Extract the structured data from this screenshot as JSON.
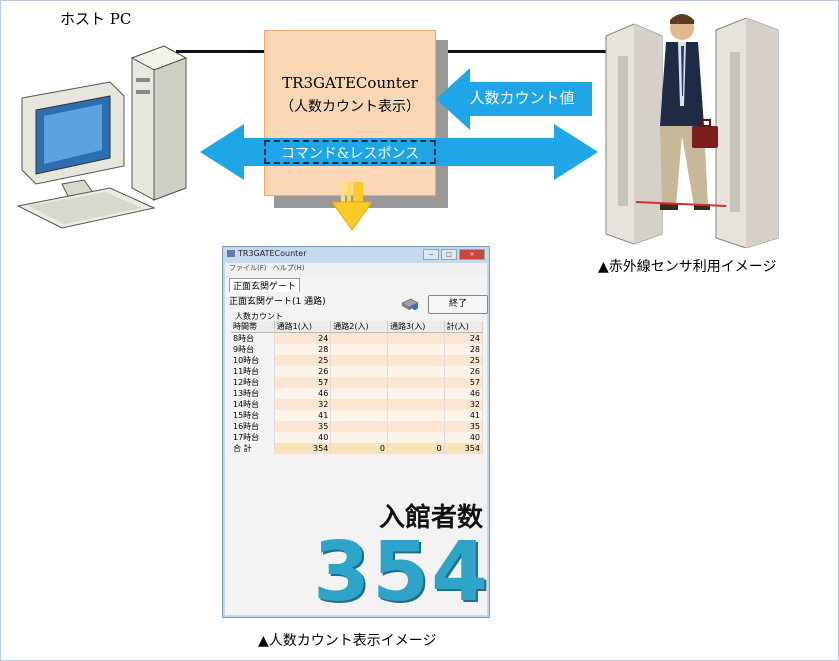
{
  "host_pc": {
    "label": "ホスト PC"
  },
  "counter": {
    "title": "TR3GATECounter",
    "subtitle": "（人数カウント表示）"
  },
  "arrows": {
    "count_value": "人数カウント値",
    "command_response": "コマンド&レスポンス"
  },
  "gate": {
    "caption": "▲赤外線センサ利用イメージ"
  },
  "screen": {
    "caption": "▲人数カウント表示イメージ",
    "window_title": "TR3GATECounter",
    "window_buttons": [
      "−",
      "□",
      "×"
    ],
    "menu": [
      "ファイル(F)",
      "ヘルプ(H)"
    ],
    "tab": "正面玄関ゲート",
    "gate_name": "正面玄関ゲート(1 通路)",
    "end_button": "終了",
    "group_label": "人数カウント",
    "table": {
      "headers": [
        "時間帯",
        "通路1(入)",
        "通路2(入)",
        "通路3(入)",
        "計(入)"
      ],
      "rows": [
        [
          "8時台",
          "24",
          "",
          "",
          "24"
        ],
        [
          "9時台",
          "28",
          "",
          "",
          "28"
        ],
        [
          "10時台",
          "25",
          "",
          "",
          "25"
        ],
        [
          "11時台",
          "26",
          "",
          "",
          "26"
        ],
        [
          "12時台",
          "57",
          "",
          "",
          "57"
        ],
        [
          "13時台",
          "46",
          "",
          "",
          "46"
        ],
        [
          "14時台",
          "32",
          "",
          "",
          "32"
        ],
        [
          "15時台",
          "41",
          "",
          "",
          "41"
        ],
        [
          "16時台",
          "35",
          "",
          "",
          "35"
        ],
        [
          "17時台",
          "40",
          "",
          "",
          "40"
        ]
      ],
      "total": [
        "合 計",
        "354",
        "0",
        "0",
        "354"
      ]
    },
    "big_label": "入館者数",
    "big_number": "354"
  },
  "colors": {
    "counter_box": "#fbd7b5",
    "arrow_blue": "#1ea6e6",
    "big_number": "#2ea4c8"
  }
}
